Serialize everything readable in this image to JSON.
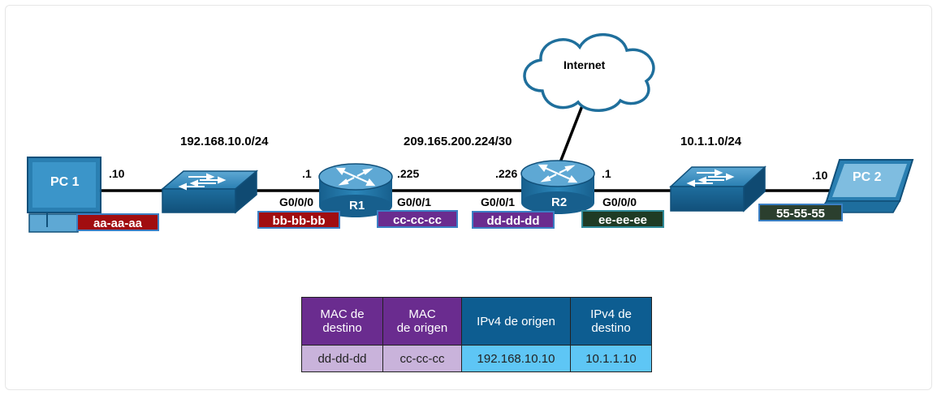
{
  "cloud": {
    "label": "Internet"
  },
  "networks": {
    "left": "192.168.10.0/24",
    "middle": "209.165.200.224/30",
    "right": "10.1.1.0/24"
  },
  "devices": {
    "pc1": {
      "name": "PC 1",
      "host": ".10",
      "mac": "aa-aa-aa"
    },
    "r1": {
      "name": "R1",
      "left_host": ".1",
      "right_host": ".225",
      "left_if": "G0/0/0",
      "right_if": "G0/0/1",
      "left_mac": "bb-bb-bb",
      "right_mac": "cc-cc-cc"
    },
    "r2": {
      "name": "R2",
      "left_host": ".226",
      "right_host": ".1",
      "left_if": "G0/0/1",
      "right_if": "G0/0/0",
      "left_mac": "dd-dd-dd",
      "right_mac": "ee-ee-ee"
    },
    "pc2": {
      "name": "PC 2",
      "host": ".10",
      "mac": "55-55-55"
    }
  },
  "table": {
    "headers": [
      "MAC de\ndestino",
      "MAC\nde origen",
      "IPv4 de origen",
      "IPv4 de\ndestino"
    ],
    "row": [
      "dd-dd-dd",
      "cc-cc-cc",
      "192.168.10.10",
      "10.1.1.10"
    ]
  },
  "colors": {
    "link": "#000000",
    "device_blue": "#1f6f9c",
    "mac_red": "#a10d10",
    "mac_purple": "#6a2c8f",
    "mac_green": "#1f3b24",
    "header_purple": "#6a2c8f",
    "header_blue": "#0d5d91",
    "cell_lilac": "#c9b3db",
    "cell_cyan": "#5ec6f5"
  },
  "icons": [
    "pc-icon",
    "switch-icon",
    "router-icon",
    "laptop-icon",
    "cloud-icon"
  ]
}
